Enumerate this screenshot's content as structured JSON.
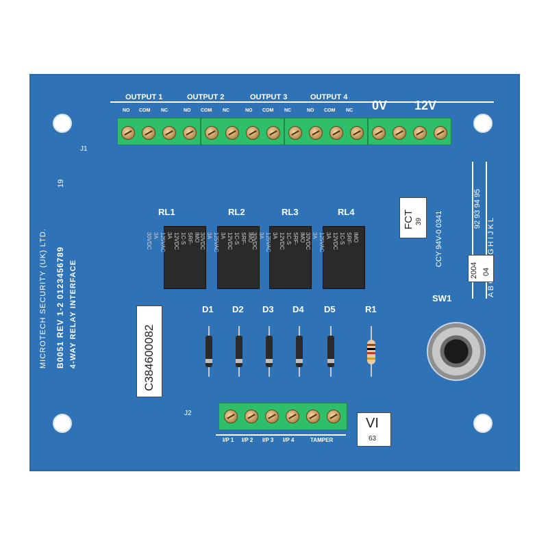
{
  "board": {
    "top_labels": {
      "output_1": "OUTPUT 1",
      "output_2": "OUTPUT 2",
      "output_3": "OUTPUT 3",
      "output_4": "OUTPUT 4",
      "zero_v": "0V",
      "twelve_v": "12V"
    },
    "sub_labels": {
      "no": "NO",
      "com": "COM",
      "nc": "NC"
    },
    "j1": "J1",
    "j2": "J2",
    "relays": [
      "RL1",
      "RL2",
      "RL3",
      "RL4"
    ],
    "relay_body_text": "IMO SRF-1C-S 12VDC 3A 125VAC 3A 30VDC",
    "diodes": [
      "D1",
      "D2",
      "D3",
      "D4",
      "D5"
    ],
    "r1": "R1",
    "sw1": "SW1",
    "left_text": {
      "line1": "MICROTECH SECURITY (UK) LTD.",
      "line2": "B0051 REV 1-2 0123456789",
      "line3": "4-WAY RELAY INTERFACE",
      "year_mark": "19"
    },
    "sticker_c": "C384600082",
    "sticker_fct": "FCT",
    "sticker_fct_num": "39",
    "ccy": "CCY 94V-0 0341",
    "date_grid_top": "92 93 94 95",
    "date_grid_letters": "A B C D E F G H I J K L",
    "date_code_a": "2004",
    "date_code_b": "04",
    "bottom_labels": [
      "I/P 1",
      "I/P 2",
      "I/P 3",
      "I/P 4",
      "TAMPER"
    ],
    "vi": "VI",
    "vi_num": "63"
  }
}
